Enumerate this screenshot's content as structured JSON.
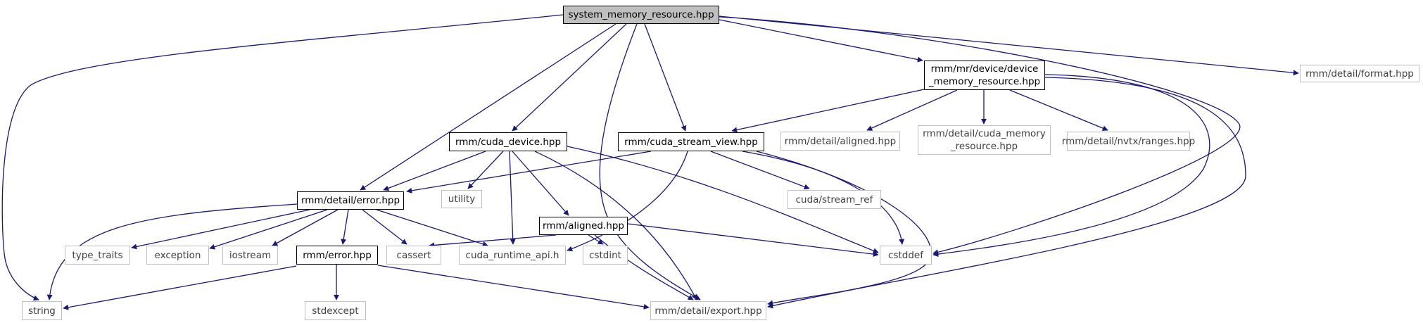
{
  "colors": {
    "edge": "#191970",
    "root_fill": "#bfbfbf",
    "local_border": "#000000",
    "external_border": "#bfbfbf"
  },
  "nodes": {
    "system_memory_resource": "system_memory_resource.hpp",
    "device_memory_resource": "rmm/mr/device/device\n_memory_resource.hpp",
    "format": "rmm/detail/format.hpp",
    "cuda_device": "rmm/cuda_device.hpp",
    "cuda_stream_view": "rmm/cuda_stream_view.hpp",
    "detail_aligned": "rmm/detail/aligned.hpp",
    "cuda_memory_resource": "rmm/detail/cuda_memory\n_resource.hpp",
    "nvtx_ranges": "rmm/detail/nvtx/ranges.hpp",
    "detail_error": "rmm/detail/error.hpp",
    "utility": "utility",
    "aligned": "rmm/aligned.hpp",
    "stream_ref": "cuda/stream_ref",
    "type_traits": "type_traits",
    "exception": "exception",
    "iostream": "iostream",
    "cassert": "cassert",
    "cuda_runtime_api": "cuda_runtime_api.h",
    "cstdint": "cstdint",
    "cstddef": "cstddef",
    "rmm_error": "rmm/error.hpp",
    "string": "string",
    "stdexcept": "stdexcept",
    "export": "rmm/detail/export.hpp"
  }
}
